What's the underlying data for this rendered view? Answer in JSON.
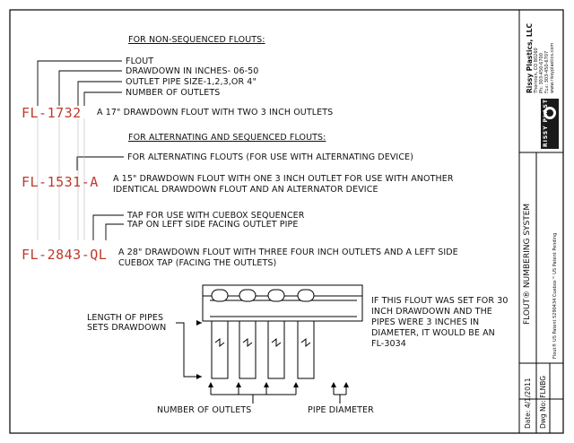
{
  "nonseq": {
    "heading": "FOR NON-SEQUENCED FLOUTS:",
    "legend": [
      "FLOUT",
      "DRAWDOWN IN INCHES- 06-50",
      "OUTLET PIPE SIZE-1,2,3,OR 4\"",
      "NUMBER OF OUTLETS"
    ],
    "code": "FL-1732",
    "desc": "A 17\" DRAWDOWN FLOUT WITH TWO 3 INCH OUTLETS"
  },
  "alt": {
    "heading": "FOR ALTERNATING AND SEQUENCED FLOUTS:",
    "note": "FOR ALTERNATING FLOUTS (FOR USE WITH ALTERNATING DEVICE)",
    "code": "FL-1531-A",
    "desc1": "A 15\" DRAWDOWN FLOUT WITH ONE 3 INCH OUTLET FOR USE WITH ANOTHER",
    "desc2": "IDENTICAL DRAWDOWN FLOUT AND AN ALTERNATOR DEVICE"
  },
  "ql": {
    "note1": "TAP FOR USE WITH CUEBOX SEQUENCER",
    "note2": "TAP ON LEFT SIDE FACING OUTLET PIPE",
    "code": "FL-2843-QL",
    "desc1": "A 28\" DRAWDOWN FLOUT WITH THREE FOUR INCH OUTLETS AND A LEFT SIDE",
    "desc2": "CUEBOX TAP (FACING THE OUTLETS)"
  },
  "diagram": {
    "length_label1": "LENGTH OF PIPES",
    "length_label2": "SETS DRAWDOWN",
    "example": [
      "IF THIS FLOUT WAS SET FOR 30",
      "INCH DRAWDOWN AND THE",
      "PIPES WERE 3 INCHES IN",
      "DIAMETER, IT WOULD BE AN",
      "FL-3034"
    ],
    "outlets_label": "NUMBER OF OUTLETS",
    "diameter_label": "PIPE DIAMETER"
  },
  "title_block": {
    "company": "Rissy Plastics, LLC",
    "address1": "Thornton, CO 80260",
    "address2": "Ph: 303-450-6700",
    "address3": "Fax: 303-450-6707",
    "address4": "www.rissyplastics.com",
    "logo_text": "RISSY PLASTICS",
    "title": "FLOUT® NUMBERING SYSTEM",
    "patent": "Flout® US Patent 5290434     Cuebox™ US Patent Pending",
    "date": "Date: 4/1/2011",
    "dwg": "Dwg No: FLNBG"
  }
}
